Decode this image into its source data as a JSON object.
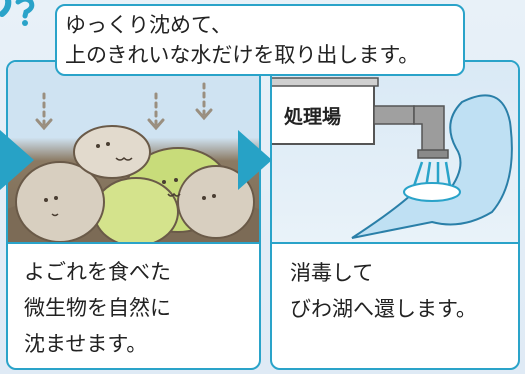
{
  "callout": {
    "line1": "ゆっくり沈めて、",
    "line2": "上のきれいな水だけを取り出します。"
  },
  "panel_left": {
    "line1": "よごれを食べた",
    "line2": "微生物を自然に",
    "line3": "沈ませます。"
  },
  "panel_right": {
    "plant_label": "処理場",
    "line1": "消毒して",
    "line2": "びわ湖へ還します。"
  },
  "colors": {
    "accent": "#2aa3c9",
    "arrow": "#27a2c6",
    "sky": "#cfe3f2",
    "sediment": "#8b7a63",
    "lake": "#bfe0f3"
  }
}
